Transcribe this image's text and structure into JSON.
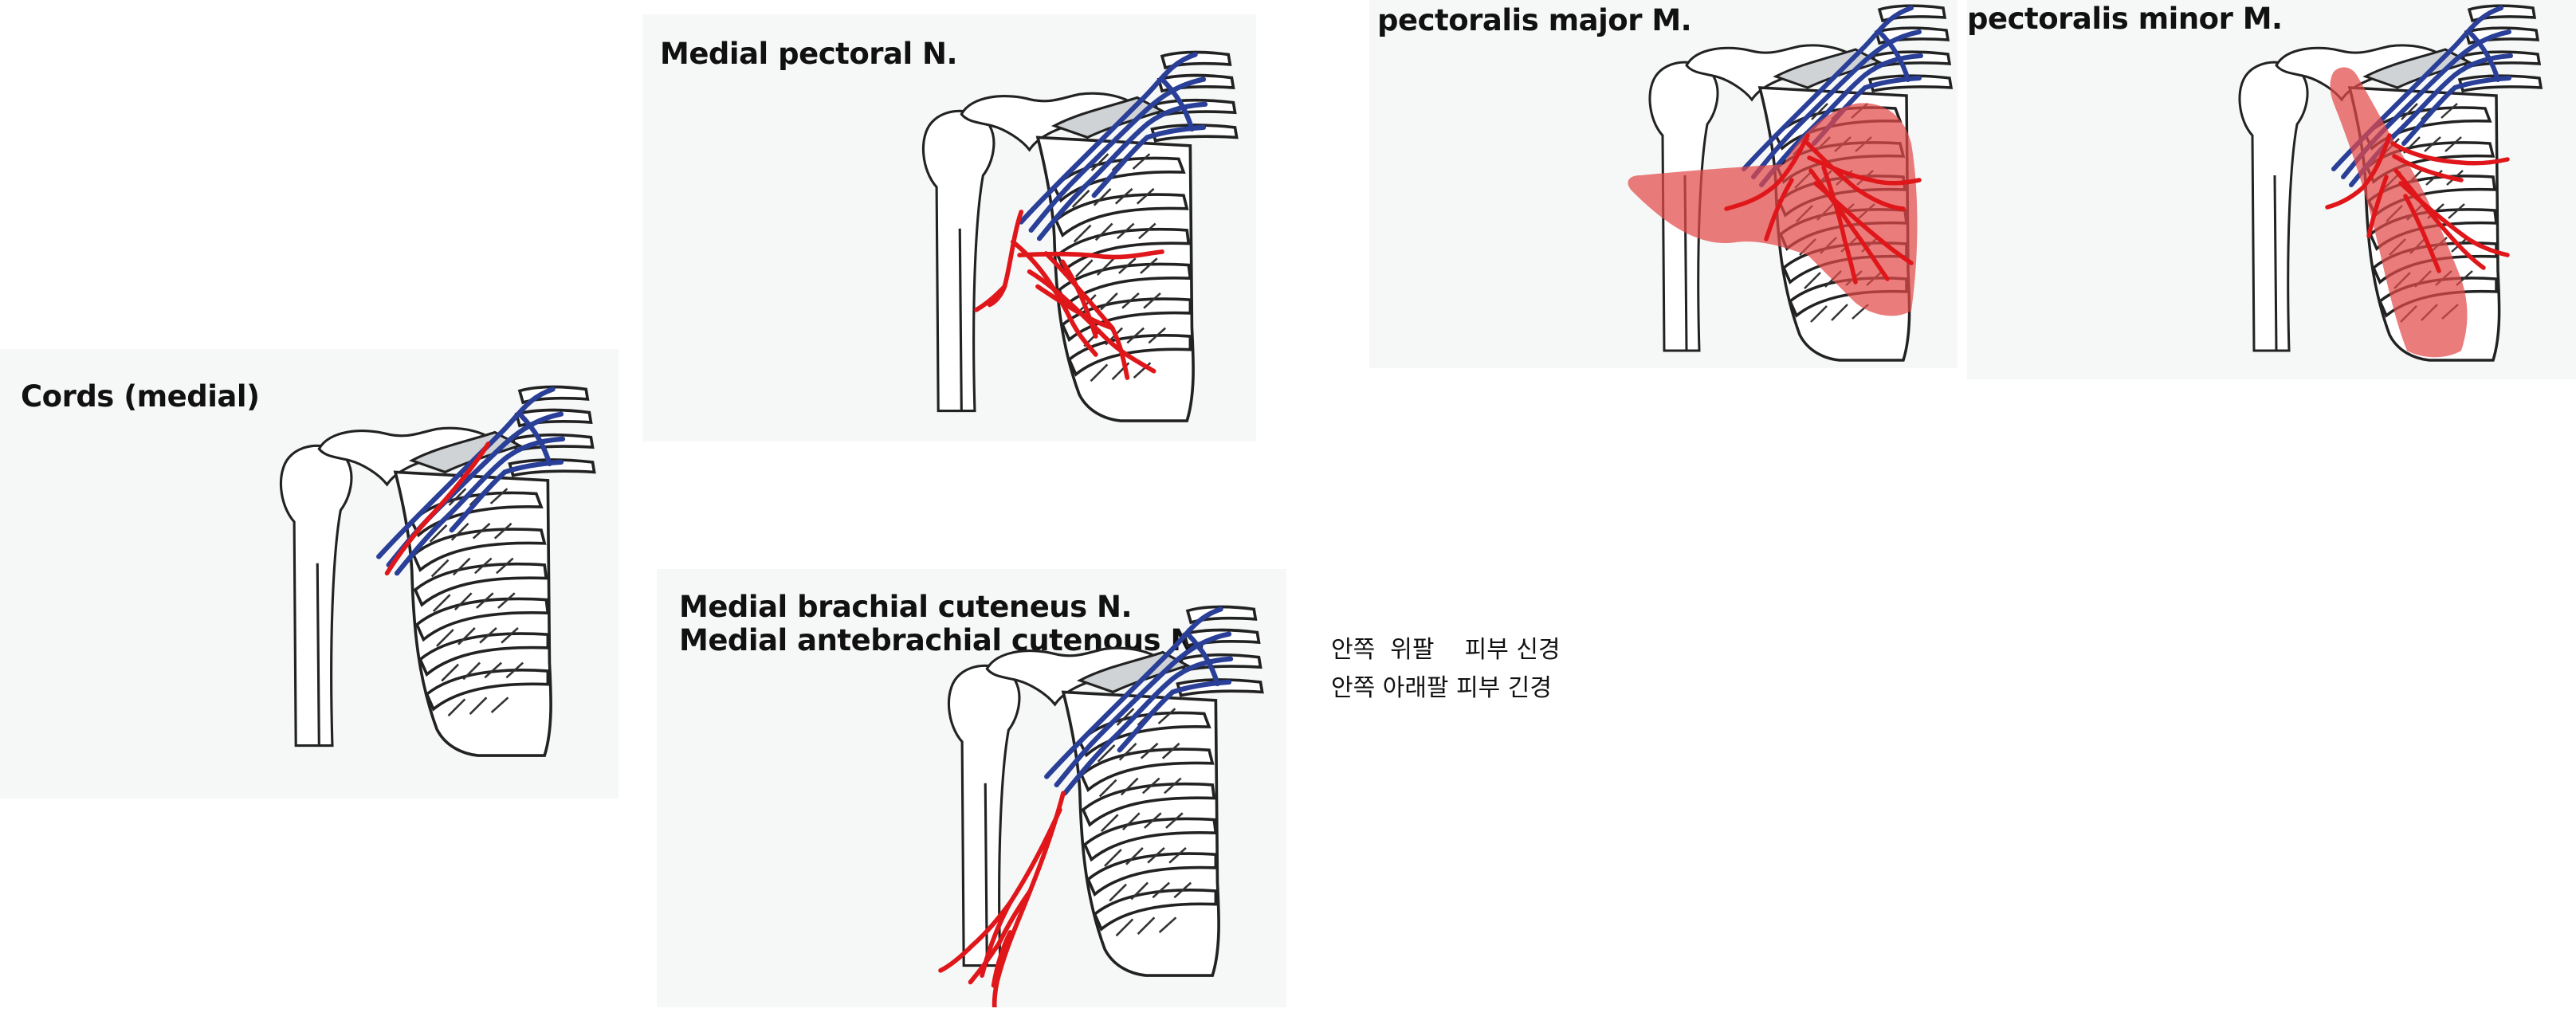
{
  "panels": {
    "cords": {
      "title": "Cords (medial)"
    },
    "pectoral": {
      "title": "Medial pectoral N."
    },
    "major": {
      "title": "pectoralis major M."
    },
    "minor": {
      "title": "pectoralis minor M."
    },
    "cutaneous": {
      "title_line1": "Medial brachial cuteneus N.",
      "title_line2": "Medial antebrachial cutenous N."
    }
  },
  "korean_note": {
    "line1": "안쪽  위팔    피부 신경",
    "line2": "안쪽 아래팔 피부 긴경"
  },
  "colors": {
    "brachial_plexus": "#2a3f98",
    "highlighted_nerve": "#e0171a",
    "muscle_highlight": "#e34a4a"
  }
}
